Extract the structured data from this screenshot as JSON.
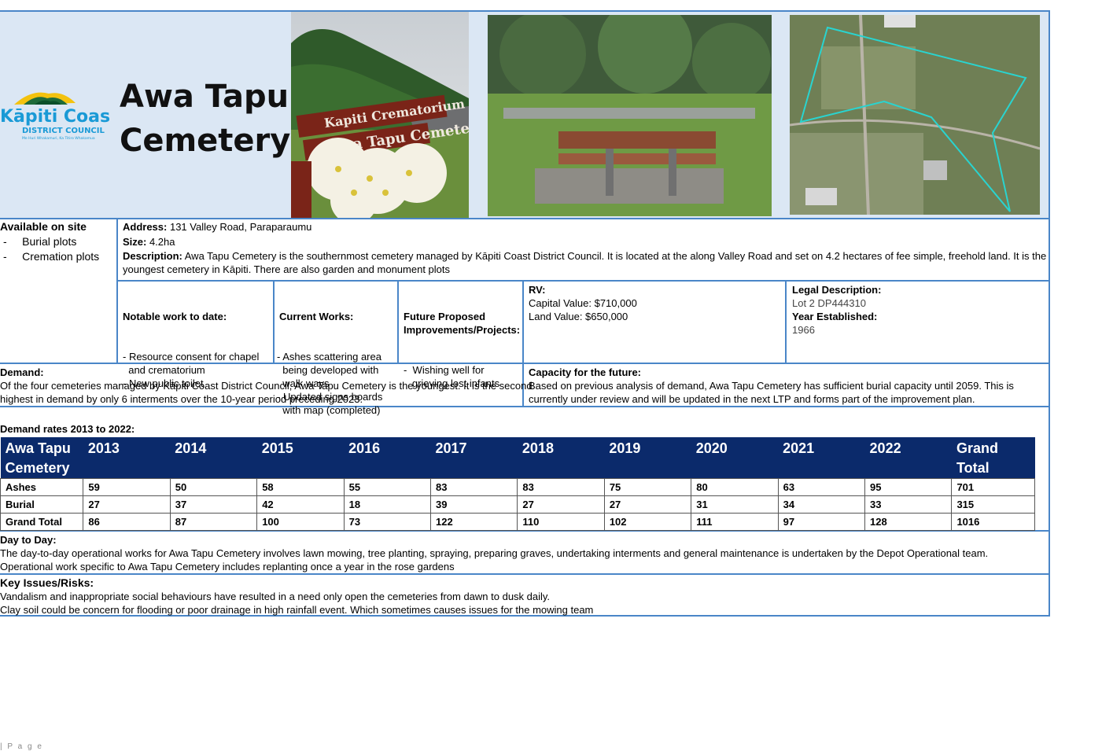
{
  "header": {
    "logo_text_1": "Kāpiti Coast",
    "logo_text_2": "DISTRICT COUNCIL",
    "logo_tagline": "Me Huri Whakamuri, Ka Titiro Whakamua",
    "title_line1": "Awa Tapu",
    "title_line2": "Cemetery",
    "sign_line1": "Kapiti Crematorium",
    "sign_line2": "Awa Tapu Cemetery"
  },
  "available": {
    "heading": "Available on site",
    "items": [
      "Burial plots",
      "Cremation plots"
    ]
  },
  "info": {
    "address_label": "Address:",
    "address_value": " 131 Valley Road, Paraparaumu",
    "size_label": "Size:",
    "size_value": " 4.2ha",
    "description_label": "Description:",
    "description_line1": " Awa Tapu Cemetery is the southernmost cemetery managed by Kāpiti Coast District Council.  It is located at the along Valley Road and set on 4.2 hectares of fee simple, freehold land.  It is the",
    "description_line2": "youngest cemetery in Kāpiti. There are also garden and monument plots"
  },
  "notable": {
    "heading": "Notable work to date:",
    "lines": [
      "- Resource consent for chapel",
      "  and crematorium",
      "- New public toilet"
    ]
  },
  "current": {
    "heading": "Current Works:",
    "lines": [
      "- Ashes scattering area",
      "  being developed with",
      "  walk ways",
      "- Updated signs boards",
      "  with map (completed)"
    ]
  },
  "future": {
    "heading_1": "Future Proposed",
    "heading_2": "Improvements/Projects:",
    "lines": [
      "-  Wishing well for",
      "   grieving lost infants"
    ]
  },
  "rv": {
    "heading": "RV:",
    "capital": "Capital Value: $710,000",
    "land": "Land Value: $650,000"
  },
  "legal": {
    "heading": "Legal Description:",
    "value": "Lot 2 DP444310",
    "year_heading": "Year Established:",
    "year_value": "1966"
  },
  "demand": {
    "heading": "Demand:",
    "line1": "Of the four cemeteries managed by Kāpiti Coast District Council, Awa Tapu Cemetery is the youngest. It is the second",
    "line2": "highest in demand by only 6 interments over the 10-year period preceding 2023."
  },
  "capacity": {
    "heading": "Capacity for the future:",
    "line1": "Based on previous analysis of demand, Awa Tapu Cemetery has sufficient burial capacity until 2059.  This is",
    "line2": "currently under review and will be updated in the next LTP and forms part of the improvement plan."
  },
  "rates_heading": "Demand rates 2013 to 2022:",
  "chart_data": {
    "type": "table",
    "columns": [
      "Awa Tapu Cemetery",
      "2013",
      "2014",
      "2015",
      "2016",
      "2017",
      "2018",
      "2019",
      "2020",
      "2021",
      "2022",
      "Grand Total"
    ],
    "rows": [
      [
        "Ashes",
        "59",
        "50",
        "58",
        "55",
        "83",
        "83",
        "75",
        "80",
        "63",
        "95",
        "701"
      ],
      [
        "Burial",
        "27",
        "37",
        "42",
        "18",
        "39",
        "27",
        "27",
        "31",
        "34",
        "33",
        "315"
      ],
      [
        "Grand Total",
        "86",
        "87",
        "100",
        "73",
        "122",
        "110",
        "102",
        "111",
        "97",
        "128",
        "1016"
      ]
    ]
  },
  "day_to_day": {
    "heading": "Day to Day:",
    "line1": "The day-to-day operational works for Awa Tapu Cemetery involves lawn mowing, tree planting, spraying, preparing graves, undertaking interments and general maintenance is undertaken by the Depot Operational team.",
    "line2": "Operational work specific to Awa Tapu Cemetery includes replanting once a year in the rose gardens"
  },
  "risks": {
    "heading": "Key Issues/Risks:",
    "line1": "Vandalism and inappropriate social behaviours have resulted in a need only open the cemeteries from dawn to dusk daily.",
    "line2": "Clay soil could be concern for flooding or poor drainage in high rainfall event. Which sometimes causes issues for the mowing team"
  },
  "footer": {
    "page_label": "| P a g e"
  },
  "colors": {
    "border": "#4a86c8",
    "header_bg": "#dbe7f4",
    "table_header": "#0b2a6b",
    "map_outline": "#29d4d0"
  }
}
